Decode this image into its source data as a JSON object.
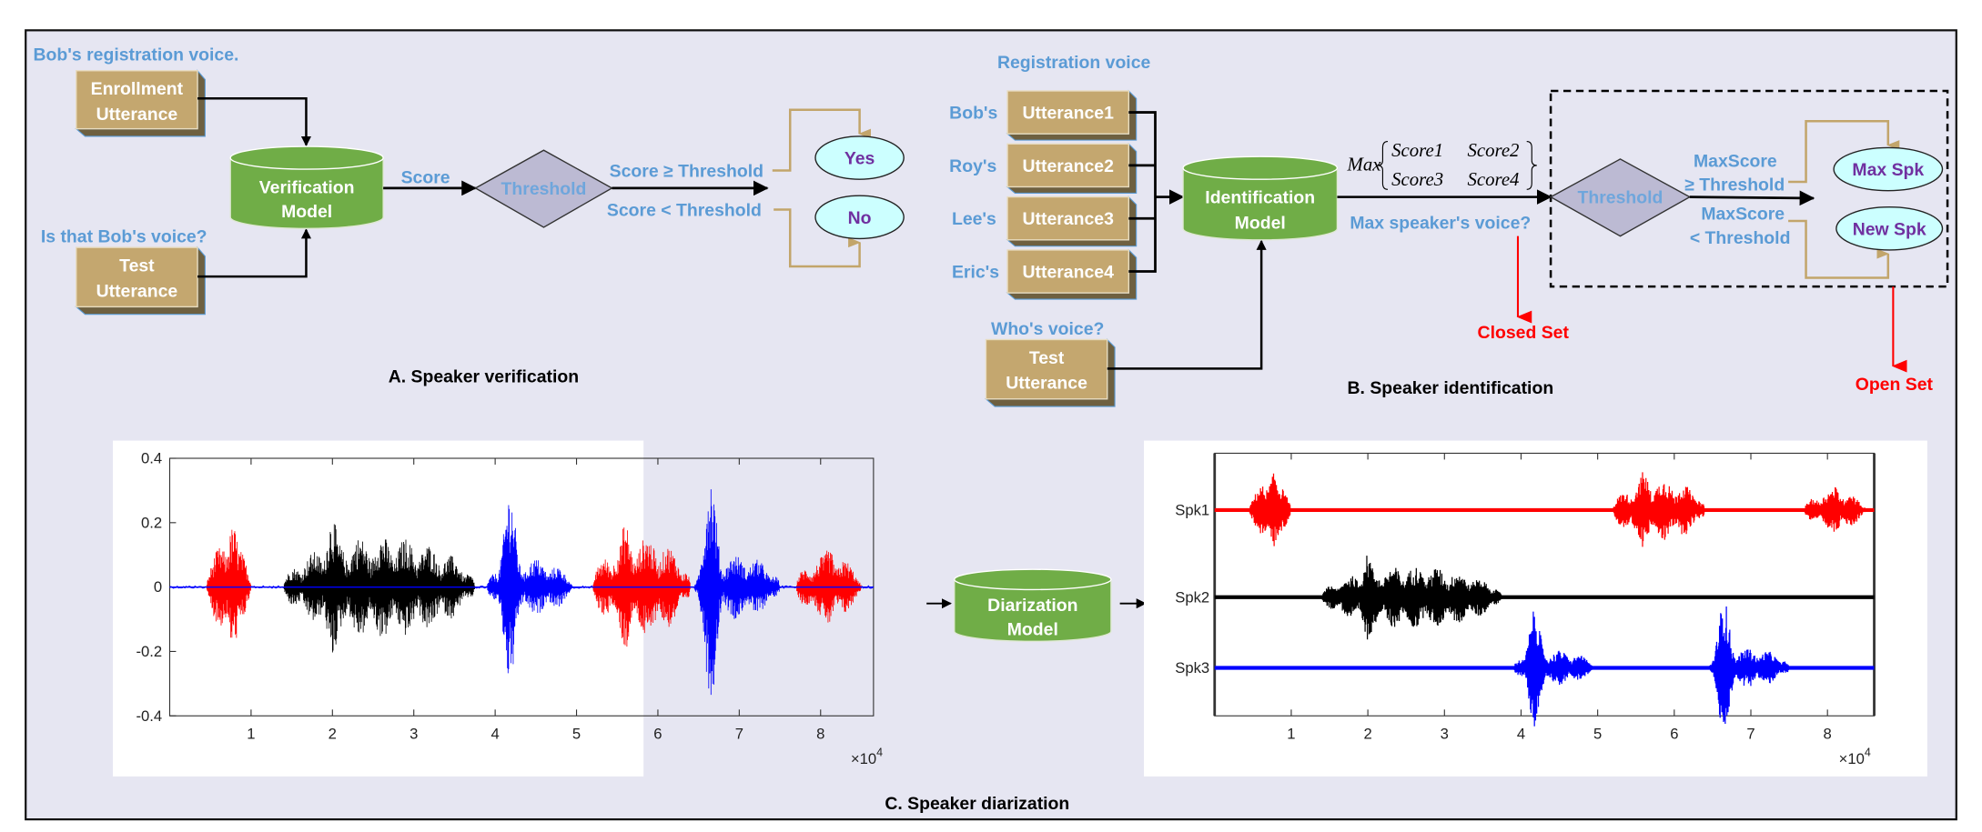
{
  "verification": {
    "enroll_caption": "Bob's registration voice.",
    "enroll_box": [
      "Enrollment",
      "Utterance"
    ],
    "test_caption": "Is that Bob's voice?",
    "test_box": [
      "Test",
      "Utterance"
    ],
    "model": [
      "Verification",
      "Model"
    ],
    "score_label": "Score",
    "threshold": "Threshold",
    "accept_label": "Score ≥ Threshold",
    "reject_label": "Score <  Threshold",
    "yes": "Yes",
    "no": "No",
    "caption": "A.  Speaker verification"
  },
  "identification": {
    "registration_caption": "Registration voice",
    "speakers": [
      {
        "name": "Bob's",
        "utterance": "Utterance1"
      },
      {
        "name": "Roy's",
        "utterance": "Utterance2"
      },
      {
        "name": "Lee's",
        "utterance": "Utterance3"
      },
      {
        "name": "Eric's",
        "utterance": "Utterance4"
      }
    ],
    "model": [
      "Identification",
      "Model"
    ],
    "max_formula": {
      "max": "Max",
      "scores": [
        "Score1",
        "Score2",
        "Score3",
        "Score4"
      ]
    },
    "max_question": "Max speaker's voice?",
    "threshold": "Threshold",
    "accept_label": [
      "MaxScore",
      "≥ Threshold"
    ],
    "reject_label": [
      "MaxScore",
      "<  Threshold"
    ],
    "max_spk": "Max Spk",
    "new_spk": "New Spk",
    "closed_set": "Closed Set",
    "open_set": "Open Set",
    "test_caption": "Who's voice?",
    "test_box": [
      "Test",
      "Utterance"
    ],
    "caption": "B.  Speaker identification"
  },
  "diarization": {
    "model": [
      "Diarization",
      "Model"
    ],
    "caption": "C.  Speaker diarization"
  },
  "colors": {
    "label_blue": "#5b9bd5",
    "box_tan": "#c4a76f",
    "model_green": "#70ad47",
    "diamond": "#bcbad3",
    "ellipse": "#ccffff",
    "ellipse_text": "#7030a0",
    "connector_gold": "#c2a56b",
    "set_red": "#ff0000",
    "background": "#e6e6f2",
    "spk1": "#ff0000",
    "spk2": "#000000",
    "spk3": "#0000ff"
  },
  "chart_data": [
    {
      "type": "line",
      "title": "",
      "xlabel": "",
      "ylabel": "",
      "xlim": [
        0,
        8.65
      ],
      "ylim": [
        -0.4,
        0.4
      ],
      "xticks": [
        1,
        2,
        3,
        4,
        5,
        6,
        7,
        8
      ],
      "xtick_labels": [
        "1",
        "2",
        "3",
        "4",
        "5",
        "6",
        "7",
        "8"
      ],
      "yticks": [
        0.4,
        0.2,
        0,
        -0.2,
        -0.4
      ],
      "ytick_labels": [
        "0.4",
        "0.2",
        "0",
        "-0.2",
        "-0.4"
      ],
      "x_multiplier": {
        "base": "×10",
        "exponent": "4"
      },
      "segments": [
        {
          "speaker": "spk1",
          "start": 0.45,
          "end": 1.0,
          "amp": 0.14,
          "peak_at": 0.78,
          "peak": 0.19
        },
        {
          "speaker": "spk2",
          "start": 1.4,
          "end": 3.75,
          "amp": 0.16,
          "peak_at": 2.0,
          "peak": 0.22
        },
        {
          "speaker": "spk3",
          "start": 3.9,
          "end": 4.95,
          "amp": 0.09,
          "peak_at": 4.18,
          "peak": 0.3
        },
        {
          "speaker": "spk1",
          "start": 5.2,
          "end": 6.4,
          "amp": 0.16,
          "peak_at": 5.6,
          "peak": 0.2
        },
        {
          "speaker": "spk3",
          "start": 6.45,
          "end": 7.5,
          "amp": 0.1,
          "peak_at": 6.65,
          "peak": 0.35
        },
        {
          "speaker": "spk1",
          "start": 7.7,
          "end": 8.5,
          "amp": 0.1,
          "peak_at": 8.1,
          "peak": 0.12
        }
      ]
    },
    {
      "type": "line",
      "title": "",
      "xlim": [
        0,
        8.61
      ],
      "xticks": [
        1,
        2,
        3,
        4,
        5,
        6,
        7,
        8
      ],
      "xtick_labels": [
        "1",
        "2",
        "3",
        "4",
        "5",
        "6",
        "7",
        "8"
      ],
      "x_multiplier": {
        "base": "×10",
        "exponent": "4"
      },
      "rows": [
        {
          "key": "spk1",
          "label": "Spk1"
        },
        {
          "key": "spk2",
          "label": "Spk2"
        },
        {
          "key": "spk3",
          "label": "Spk3"
        }
      ]
    }
  ]
}
